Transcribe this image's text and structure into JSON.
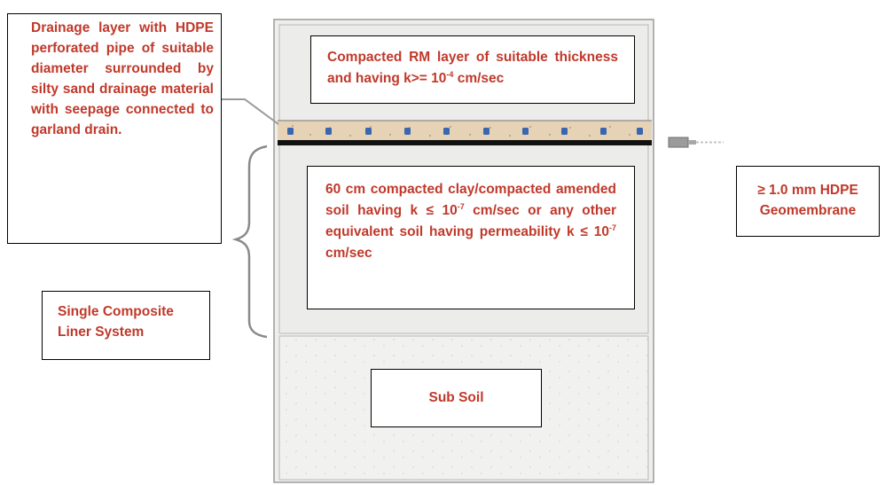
{
  "labels": {
    "drainage_layer_note": "Drainage layer with HDPE perforated pipe of suitable diameter surrounded by silty sand drainage material with seepage connected to garland drain.",
    "liner_system": "Single Composite Liner System",
    "geomembrane": "≥ 1.0 mm HDPE Geomembrane",
    "rm_layer_pre": "Compacted RM layer of suitable thickness and having k>= 10",
    "rm_layer_exp": "-4",
    "rm_layer_post": " cm/sec",
    "clay_layer_pre": "60 cm compacted clay/compacted amended soil having k ≤ 10",
    "clay_layer_exp1": "-7",
    "clay_layer_mid": " cm/sec or any other equivalent soil having permeability k ≤ 10",
    "clay_layer_exp2": "-7",
    "clay_layer_post": " cm/sec",
    "sub_soil": "Sub Soil"
  },
  "colors": {
    "text_red": "#c0392b",
    "layer_grey": "#eeeeec",
    "sub_soil_grey": "#f1f1ef",
    "drainage_sand": "#e6d3b5",
    "pipe_blue": "#3a66b0",
    "geomembrane_black": "#111111"
  }
}
